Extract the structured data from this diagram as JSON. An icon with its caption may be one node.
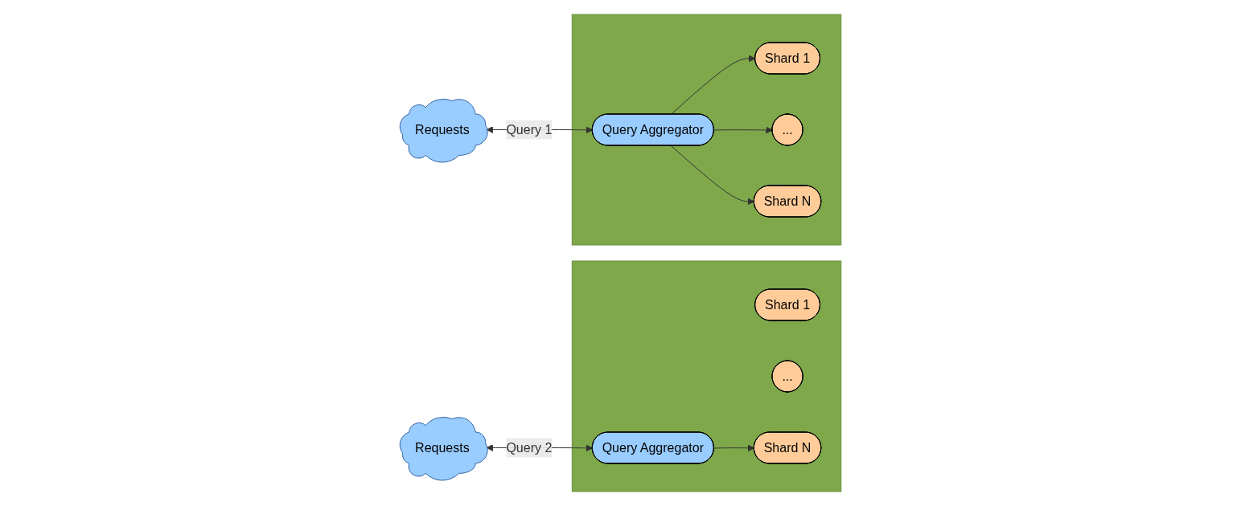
{
  "diagram": {
    "nodes": [
      {
        "text": [
          "Requests"
        ]
      },
      {
        "text": [],
        "shape": "box"
      },
      {
        "text": [
          "Query Aggregator"
        ],
        "in": 1
      },
      {
        "text": [
          "Shard 1"
        ],
        "in": 1
      },
      {
        "text": [
          "..."
        ],
        "in": 1
      },
      {
        "text": [
          "Shard N"
        ],
        "in": 1
      },
      {
        "text": [
          "Requests"
        ]
      },
      {
        "text": [],
        "shape": "box"
      },
      {
        "text": [
          "Query Aggregator"
        ],
        "in": 7
      },
      {
        "text": [
          "Shard 1"
        ],
        "in": 7
      },
      {
        "text": [
          "..."
        ],
        "in": 7
      },
      {
        "text": [
          "Shard N"
        ],
        "in": 7
      }
    ],
    "edges": [
      {
        "from": 0,
        "to": 2,
        "arrow": "both",
        "label": "Query 1"
      },
      {
        "from": 2,
        "to": 3,
        "arrow": "to"
      },
      {
        "from": 2,
        "to": 4,
        "arrow": "to"
      },
      {
        "from": 2,
        "to": 5,
        "arrow": "to"
      },
      {
        "from": 6,
        "to": 8,
        "arrow": "both",
        "label": "Query 2"
      },
      {
        "from": 8,
        "to": 11,
        "arrow": "to"
      }
    ]
  }
}
